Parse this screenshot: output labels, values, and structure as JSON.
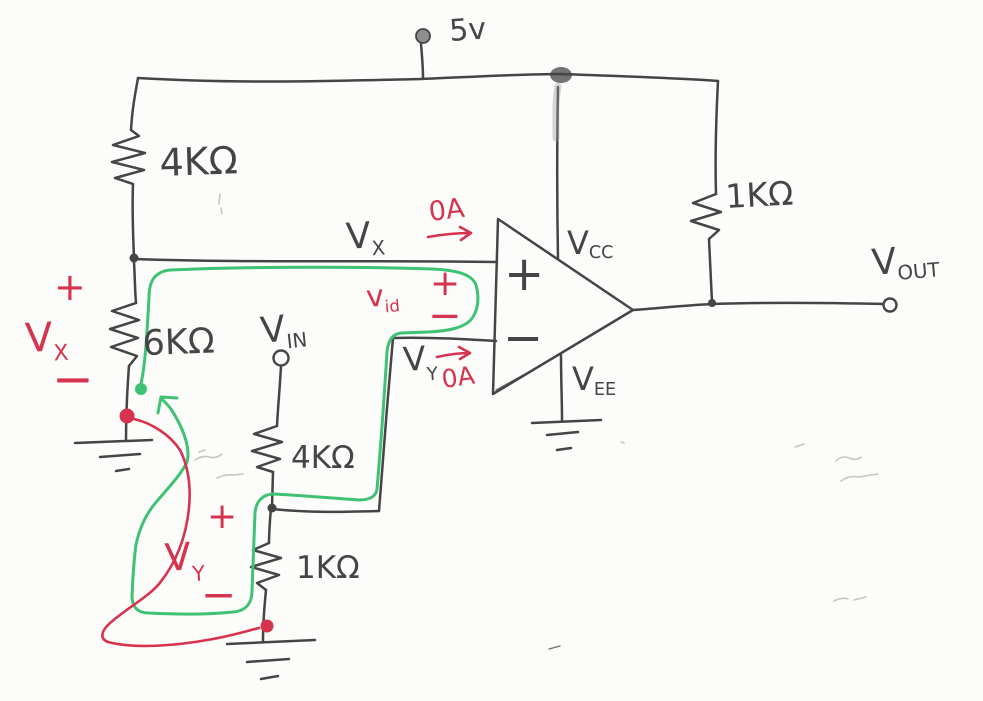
{
  "colors": {
    "paper": "#fcfcfa",
    "ink": "#454545",
    "red": "#d5334e",
    "green": "#3fc274",
    "pencil": "#bdbcb7"
  },
  "power": {
    "supply": "5v",
    "vcc": {
      "main": "V",
      "sub": "CC"
    },
    "vee": {
      "main": "V",
      "sub": "EE"
    }
  },
  "resistors": {
    "top_left": "4KΩ",
    "left_divider": "6KΩ",
    "input_top": "4KΩ",
    "input_bottom": "1KΩ",
    "output_pullup": "1KΩ"
  },
  "nodes": {
    "vx": {
      "main": "V",
      "sub": "X"
    },
    "vy": {
      "main": "V",
      "sub": "Y"
    },
    "vin": {
      "main": "V",
      "sub": "IN"
    },
    "vout": {
      "main": "V",
      "sub": "OUT"
    }
  },
  "opamp": {
    "plus": "+",
    "minus": "−"
  },
  "red_annotations": {
    "vx_probe": {
      "plus": "+",
      "label": {
        "main": "V",
        "sub": "X"
      },
      "minus": "−"
    },
    "zero_current_top": "0A",
    "zero_current_bottom": "0A",
    "vid": {
      "label": {
        "main": "v",
        "sub": "id"
      },
      "plus": "+",
      "minus": "−"
    },
    "vy_probe": {
      "plus": "+",
      "label": {
        "main": "V",
        "sub": "Y"
      },
      "minus": "−"
    }
  }
}
